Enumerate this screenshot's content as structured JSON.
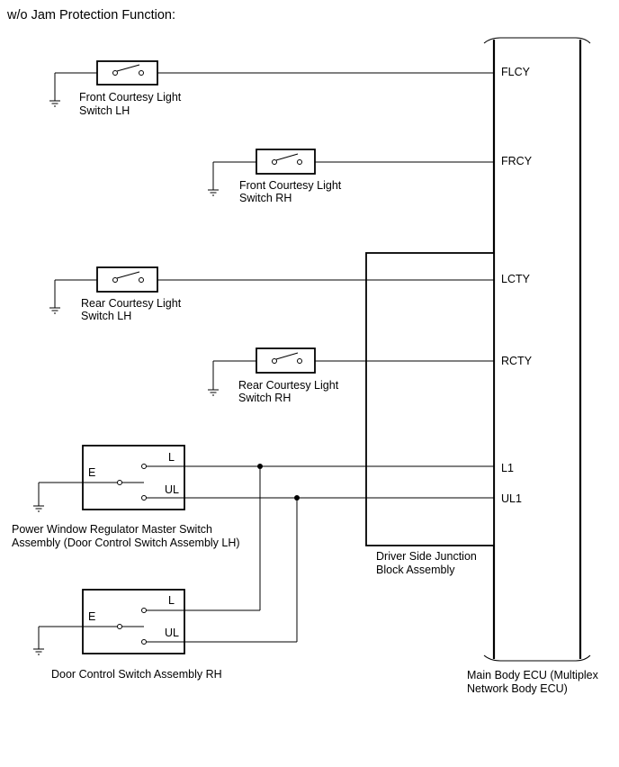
{
  "title": "w/o Jam Protection Function:",
  "components": {
    "front_lh": {
      "line1": "Front Courtesy Light",
      "line2": "Switch LH"
    },
    "front_rh": {
      "line1": "Front Courtesy Light",
      "line2": "Switch RH"
    },
    "rear_lh": {
      "line1": "Rear Courtesy Light",
      "line2": "Switch LH"
    },
    "rear_rh": {
      "line1": "Rear Courtesy Light",
      "line2": "Switch RH"
    },
    "master_switch": {
      "line1": "Power Window Regulator Master Switch",
      "line2": "Assembly (Door Control Switch Assembly LH)",
      "terminal_e": "E",
      "terminal_l": "L",
      "terminal_ul": "UL"
    },
    "door_rh": {
      "line1": "Door Control Switch Assembly RH",
      "terminal_e": "E",
      "terminal_l": "L",
      "terminal_ul": "UL"
    },
    "junction_block": {
      "line1": "Driver Side Junction",
      "line2": "Block Assembly"
    },
    "main_ecu": {
      "line1": "Main Body ECU (Multiplex",
      "line2": "Network Body ECU)"
    }
  },
  "ecu_terminals": {
    "flcy": "FLCY",
    "frcy": "FRCY",
    "lcty": "LCTY",
    "rcty": "RCTY",
    "l1": "L1",
    "ul1": "UL1"
  }
}
